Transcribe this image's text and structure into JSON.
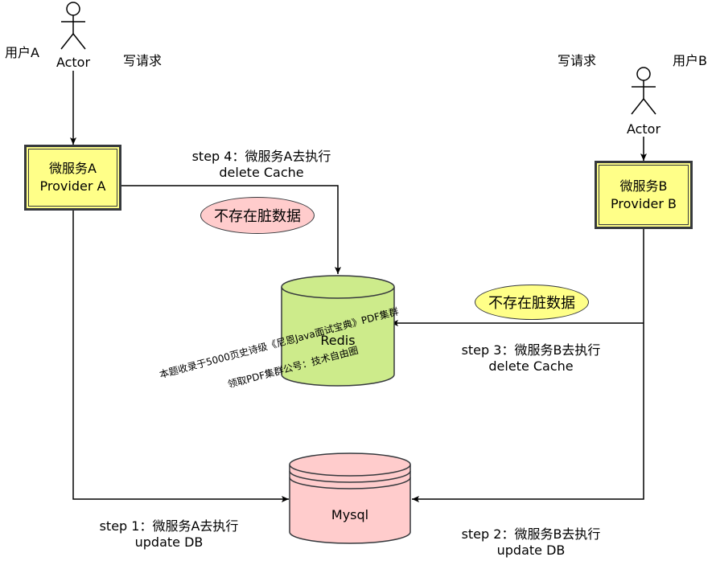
{
  "actors": {
    "a": {
      "name": "用户A",
      "role": "Actor",
      "request": "写请求"
    },
    "b": {
      "name": "用户B",
      "role": "Actor",
      "request": "写请求"
    }
  },
  "services": {
    "a": {
      "line1": "微服务A",
      "line2": "Provider  A"
    },
    "b": {
      "line1": "微服务B",
      "line2": "Provider  B"
    }
  },
  "stores": {
    "redis": "Redis",
    "mysql": "Mysql"
  },
  "steps": {
    "step1": {
      "line1": "step 1：微服务A去执行",
      "line2": "update DB"
    },
    "step2": {
      "line1": "step 2：微服务B去执行",
      "line2": "update DB"
    },
    "step3": {
      "line1": "step 3：微服务B去执行",
      "line2": "delete Cache"
    },
    "step4": {
      "line1": "step 4：微服务A去执行",
      "line2": "delete  Cache"
    }
  },
  "notes": {
    "no_dirty_a": "不存在脏数据",
    "no_dirty_b": "不存在脏数据"
  },
  "watermark": {
    "line1": "本题收录于5000页史诗级《尼恩Java面试宝典》PDF集群",
    "line2": "领取PDF集群公号：技术自由圈"
  },
  "colors": {
    "service_fill": "#ffff88",
    "redis_fill": "#cdeb8b",
    "mysql_fill": "#ffcccc",
    "note_a_fill": "#ffcccc",
    "note_b_fill": "#ffff88",
    "stroke": "#000000"
  }
}
